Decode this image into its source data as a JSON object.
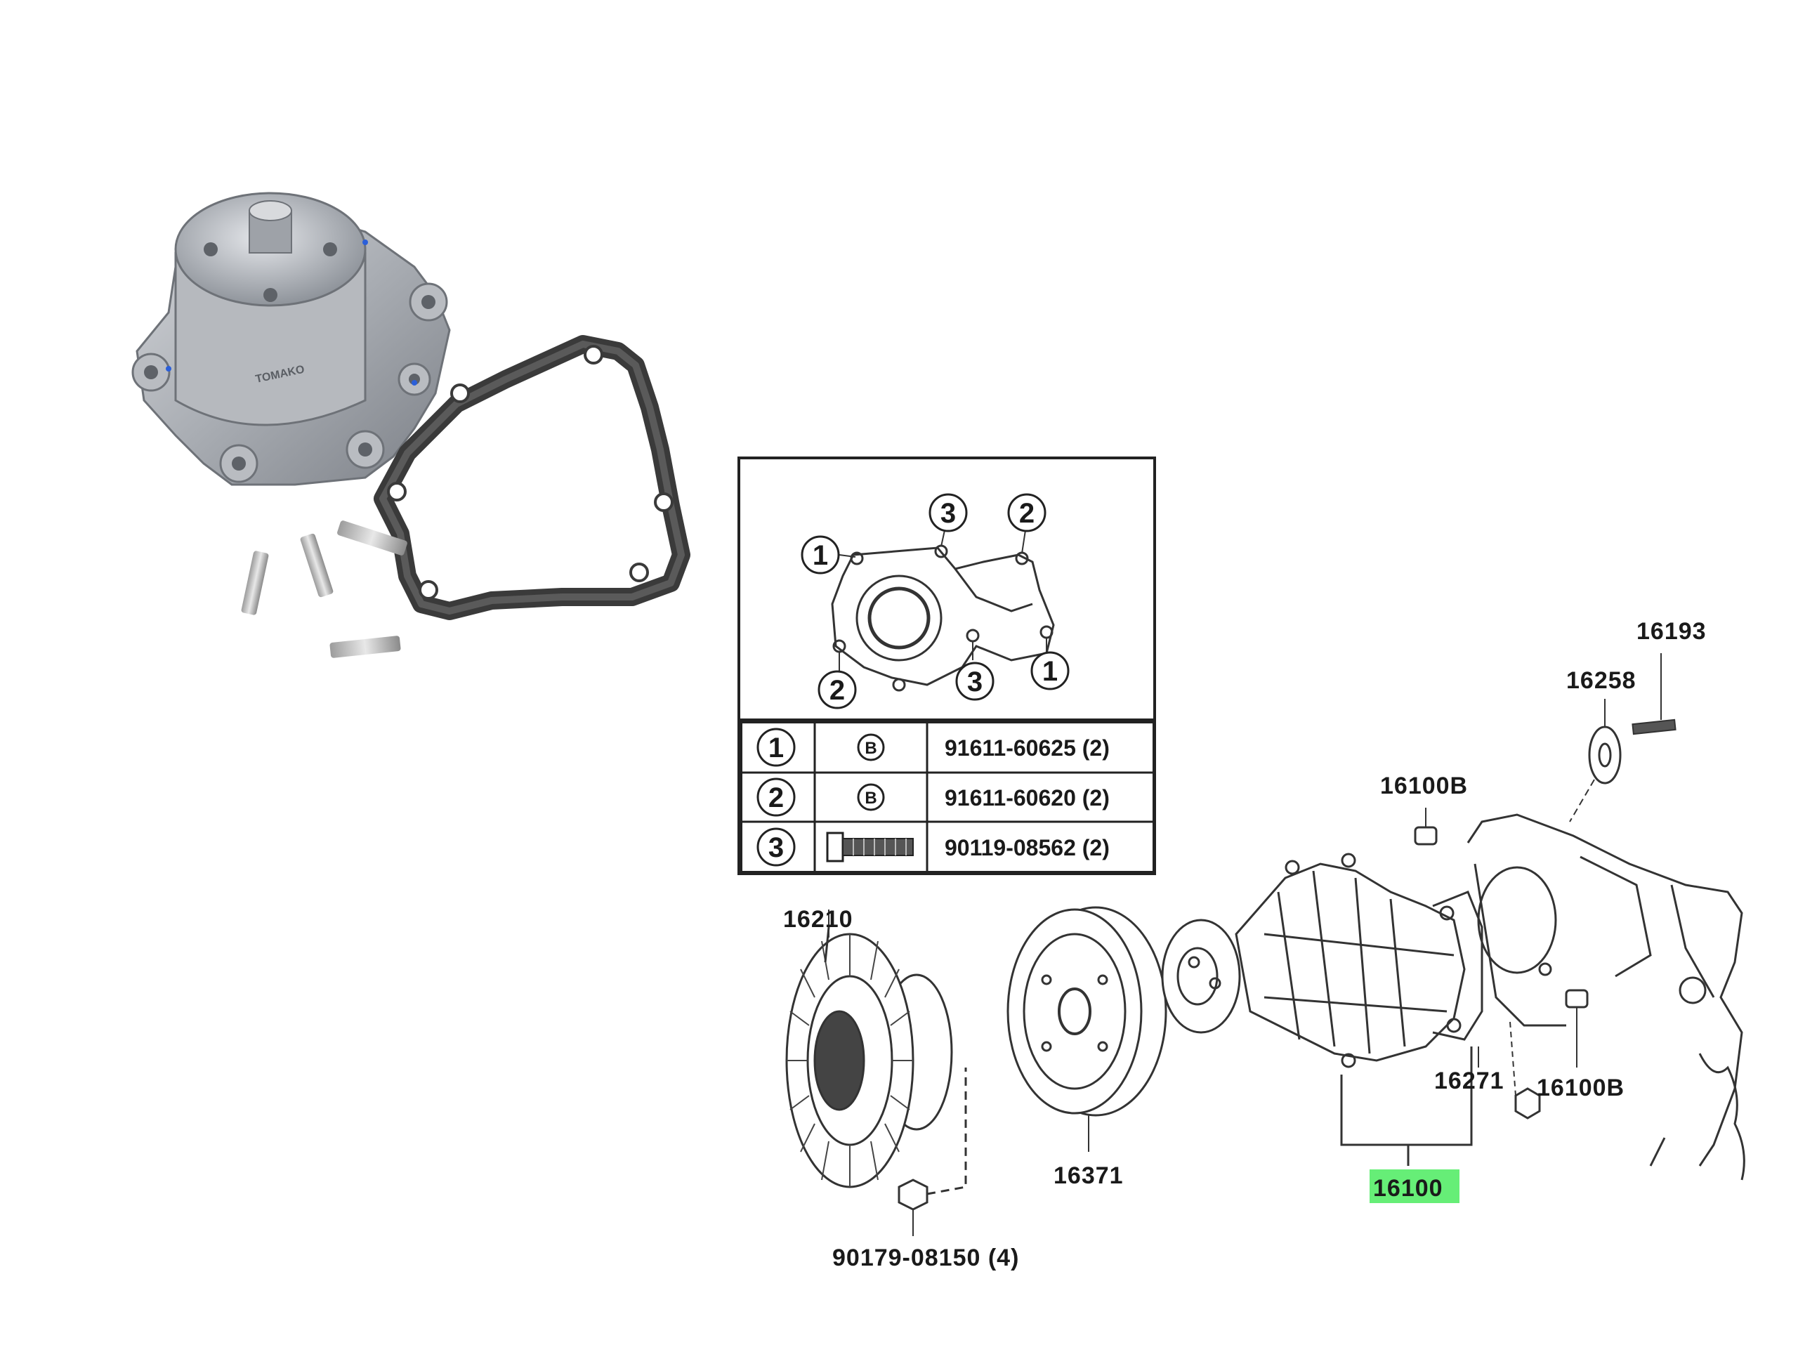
{
  "photo": {
    "brand_text": "TOMAKO"
  },
  "diagram": {
    "accent_color": "#66ee77",
    "inset_callouts": [
      {
        "num": "1"
      },
      {
        "num": "3"
      },
      {
        "num": "2"
      },
      {
        "num": "2"
      },
      {
        "num": "3"
      },
      {
        "num": "1"
      }
    ],
    "bolt_table": [
      {
        "num": "1",
        "type": "B",
        "part": "91611-60625 (2)"
      },
      {
        "num": "2",
        "type": "B",
        "part": "91611-60620 (2)"
      },
      {
        "num": "3",
        "type": "bolt-icon",
        "part": "90119-08562 (2)"
      }
    ],
    "part_labels": {
      "p16193": "16193",
      "p16258": "16258",
      "p16100B_top": "16100B",
      "p16210": "16210",
      "p16271": "16271",
      "p16100B_right": "16100B",
      "p16371": "16371",
      "p16100": "16100",
      "p90179": "90179-08150 (4)"
    }
  }
}
